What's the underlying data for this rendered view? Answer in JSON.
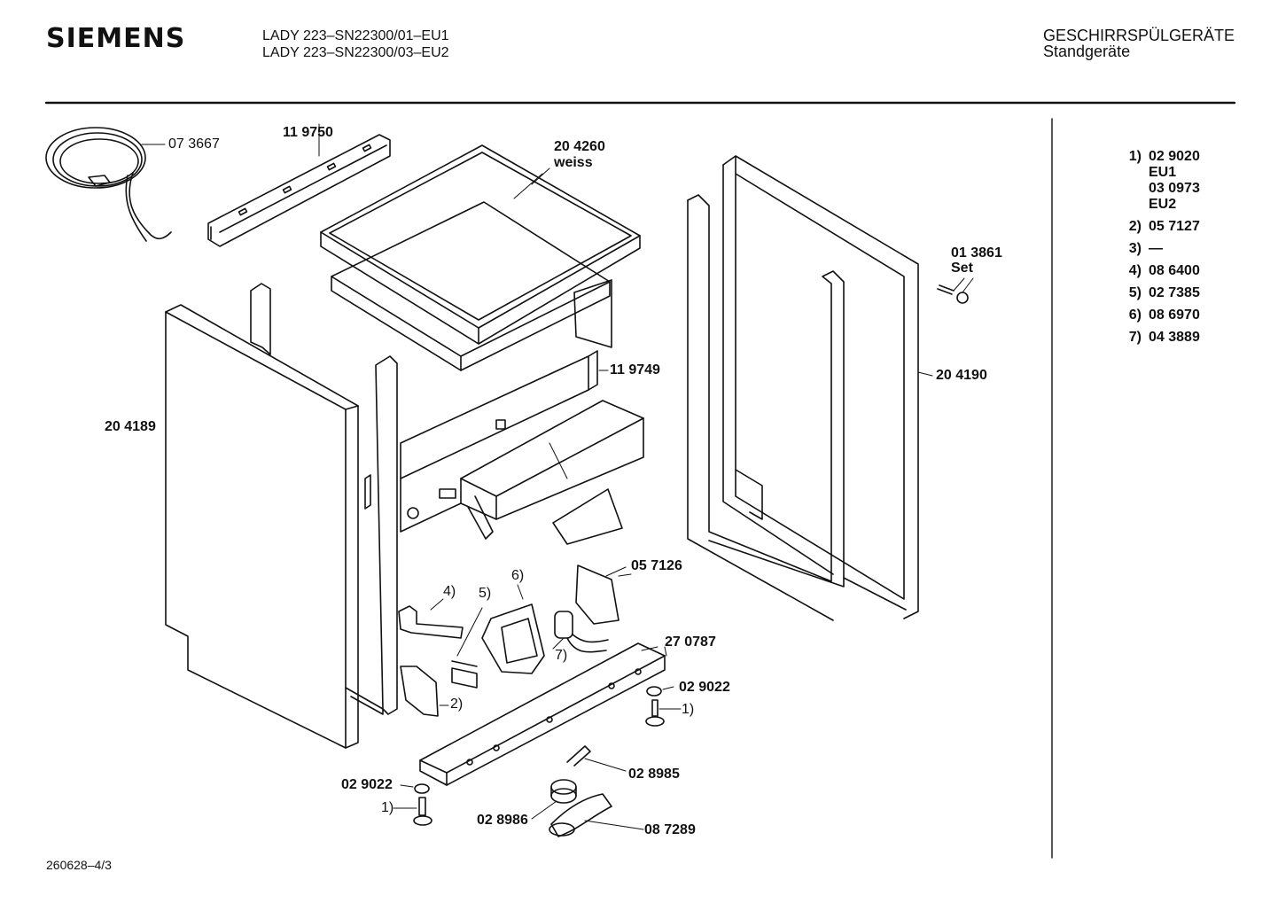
{
  "header": {
    "brand": "SIEMENS",
    "model_line_1": "LADY 223–SN22300/01–EU1",
    "model_line_2": "LADY 223–SN22300/03–EU2",
    "category": "GESCHIRRSPÜLGERÄTE",
    "subcategory": "Standgeräte"
  },
  "parts": {
    "cable": "07 3667",
    "rail_top": "11 9750",
    "worktop": "20 4260",
    "worktop_color": "weiss",
    "rail_mid": "11 9749",
    "set_num": "01 3861",
    "set_label": "Set",
    "side_right": "20 4190",
    "side_left": "20 4189",
    "bracket": "05 7126",
    "ref4": "4)",
    "ref5": "5)",
    "ref6": "6)",
    "ref7": "7)",
    "base_rail": "27 0787",
    "nut_right": "02 9022",
    "ref1_right": "1)",
    "ref2": "2)",
    "nut_left": "02 9022",
    "ref1_left": "1)",
    "spring": "02 8985",
    "cap": "02 8986",
    "float": "08 7289"
  },
  "legend": [
    {
      "key": "1)",
      "values": [
        "02 9020",
        "EU1",
        "03 0973",
        "EU2"
      ]
    },
    {
      "key": "2)",
      "values": [
        "05 7127"
      ]
    },
    {
      "key": "3)",
      "values": [
        "—"
      ]
    },
    {
      "key": "4)",
      "values": [
        "08 6400"
      ]
    },
    {
      "key": "5)",
      "values": [
        "02 7385"
      ]
    },
    {
      "key": "6)",
      "values": [
        "08 6970"
      ]
    },
    {
      "key": "7)",
      "values": [
        "04 3889"
      ]
    }
  ],
  "footer": {
    "drawing_number": "260628–4/3"
  }
}
